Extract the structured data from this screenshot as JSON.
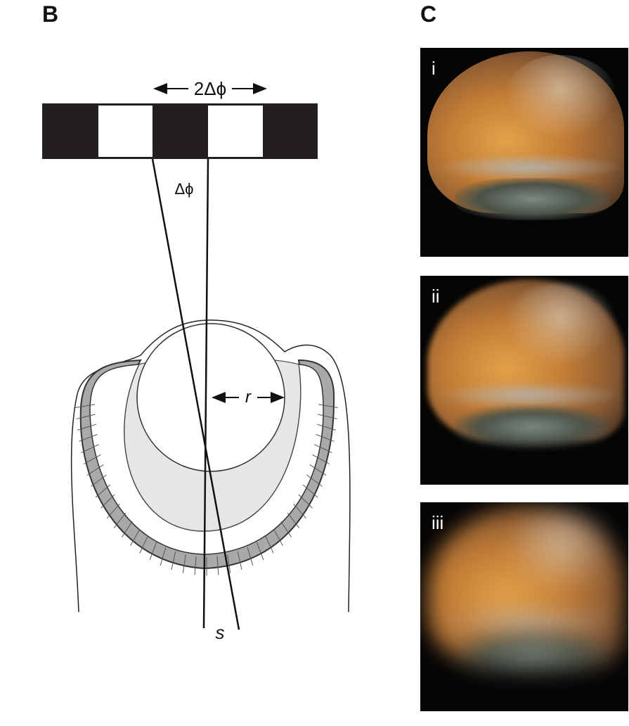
{
  "panels": {
    "b_label": "B",
    "c_label": "C"
  },
  "diagram": {
    "period_label": "2Δϕ",
    "angle_label": "Δϕ",
    "radius_label": "r",
    "spacing_label": "s"
  },
  "photos": [
    {
      "label": "i",
      "blur": 0
    },
    {
      "label": "ii",
      "blur": 4
    },
    {
      "label": "iii",
      "blur": 12
    }
  ]
}
